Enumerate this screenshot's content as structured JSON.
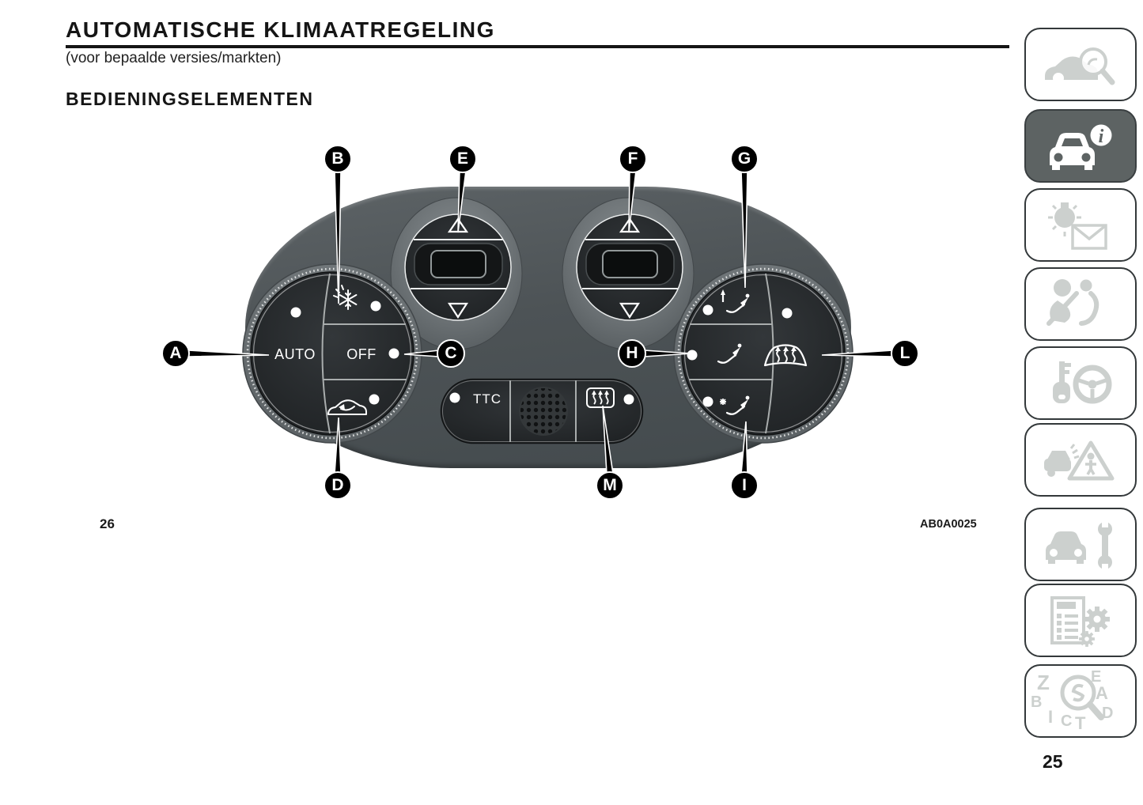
{
  "page": {
    "title": "AUTOMATISCHE KLIMAATREGELING",
    "subtitle": "(voor bepaalde versies/markten)",
    "section_heading": "BEDIENINGSELEMENTEN",
    "figure_number": "26",
    "figure_code": "AB0A0025",
    "page_number": "25"
  },
  "figure": {
    "labels": {
      "auto": "AUTO",
      "off": "OFF",
      "ttc": "TTC"
    },
    "callouts": [
      "A",
      "B",
      "C",
      "D",
      "E",
      "F",
      "G",
      "H",
      "I",
      "L",
      "M"
    ],
    "icons": {
      "left_knob_top": "snowflake-ac-icon",
      "left_knob_bottom": "air-recirculation-icon",
      "right_knob_top": "air-to-face-up-icon",
      "right_knob_middle": "air-to-face-icon",
      "right_knob_bottom": "air-to-feet-icon",
      "right_knob_main": "windshield-defrost-icon",
      "center_right_button": "rear-window-defrost-icon",
      "displays": "up-down-arrow-display"
    }
  },
  "colors": {
    "panel": "#4d5356",
    "knob_face": "#24282a",
    "recess": "#6d7376",
    "sidebar_active": "#5d6363",
    "sidebar_icon_gray": "#ccd0ce"
  },
  "sidebar": {
    "items": [
      {
        "icon": "car-magnifier-icon",
        "active": false
      },
      {
        "icon": "car-info-icon",
        "active": true,
        "info_letter": "i"
      },
      {
        "icon": "warning-lamp-message-icon",
        "active": false
      },
      {
        "icon": "occupant-safety-belt-icon",
        "active": false
      },
      {
        "icon": "key-steering-wheel-icon",
        "active": false
      },
      {
        "icon": "emergency-warning-triangle-icon",
        "active": false
      },
      {
        "icon": "car-maintenance-wrench-icon",
        "active": false
      },
      {
        "icon": "specifications-list-gears-icon",
        "active": false
      },
      {
        "icon": "alphabetical-index-magnifier-icon",
        "active": false,
        "letters": [
          "Z",
          "E",
          "B",
          "A",
          "D",
          "I",
          "C",
          "T"
        ]
      }
    ]
  }
}
